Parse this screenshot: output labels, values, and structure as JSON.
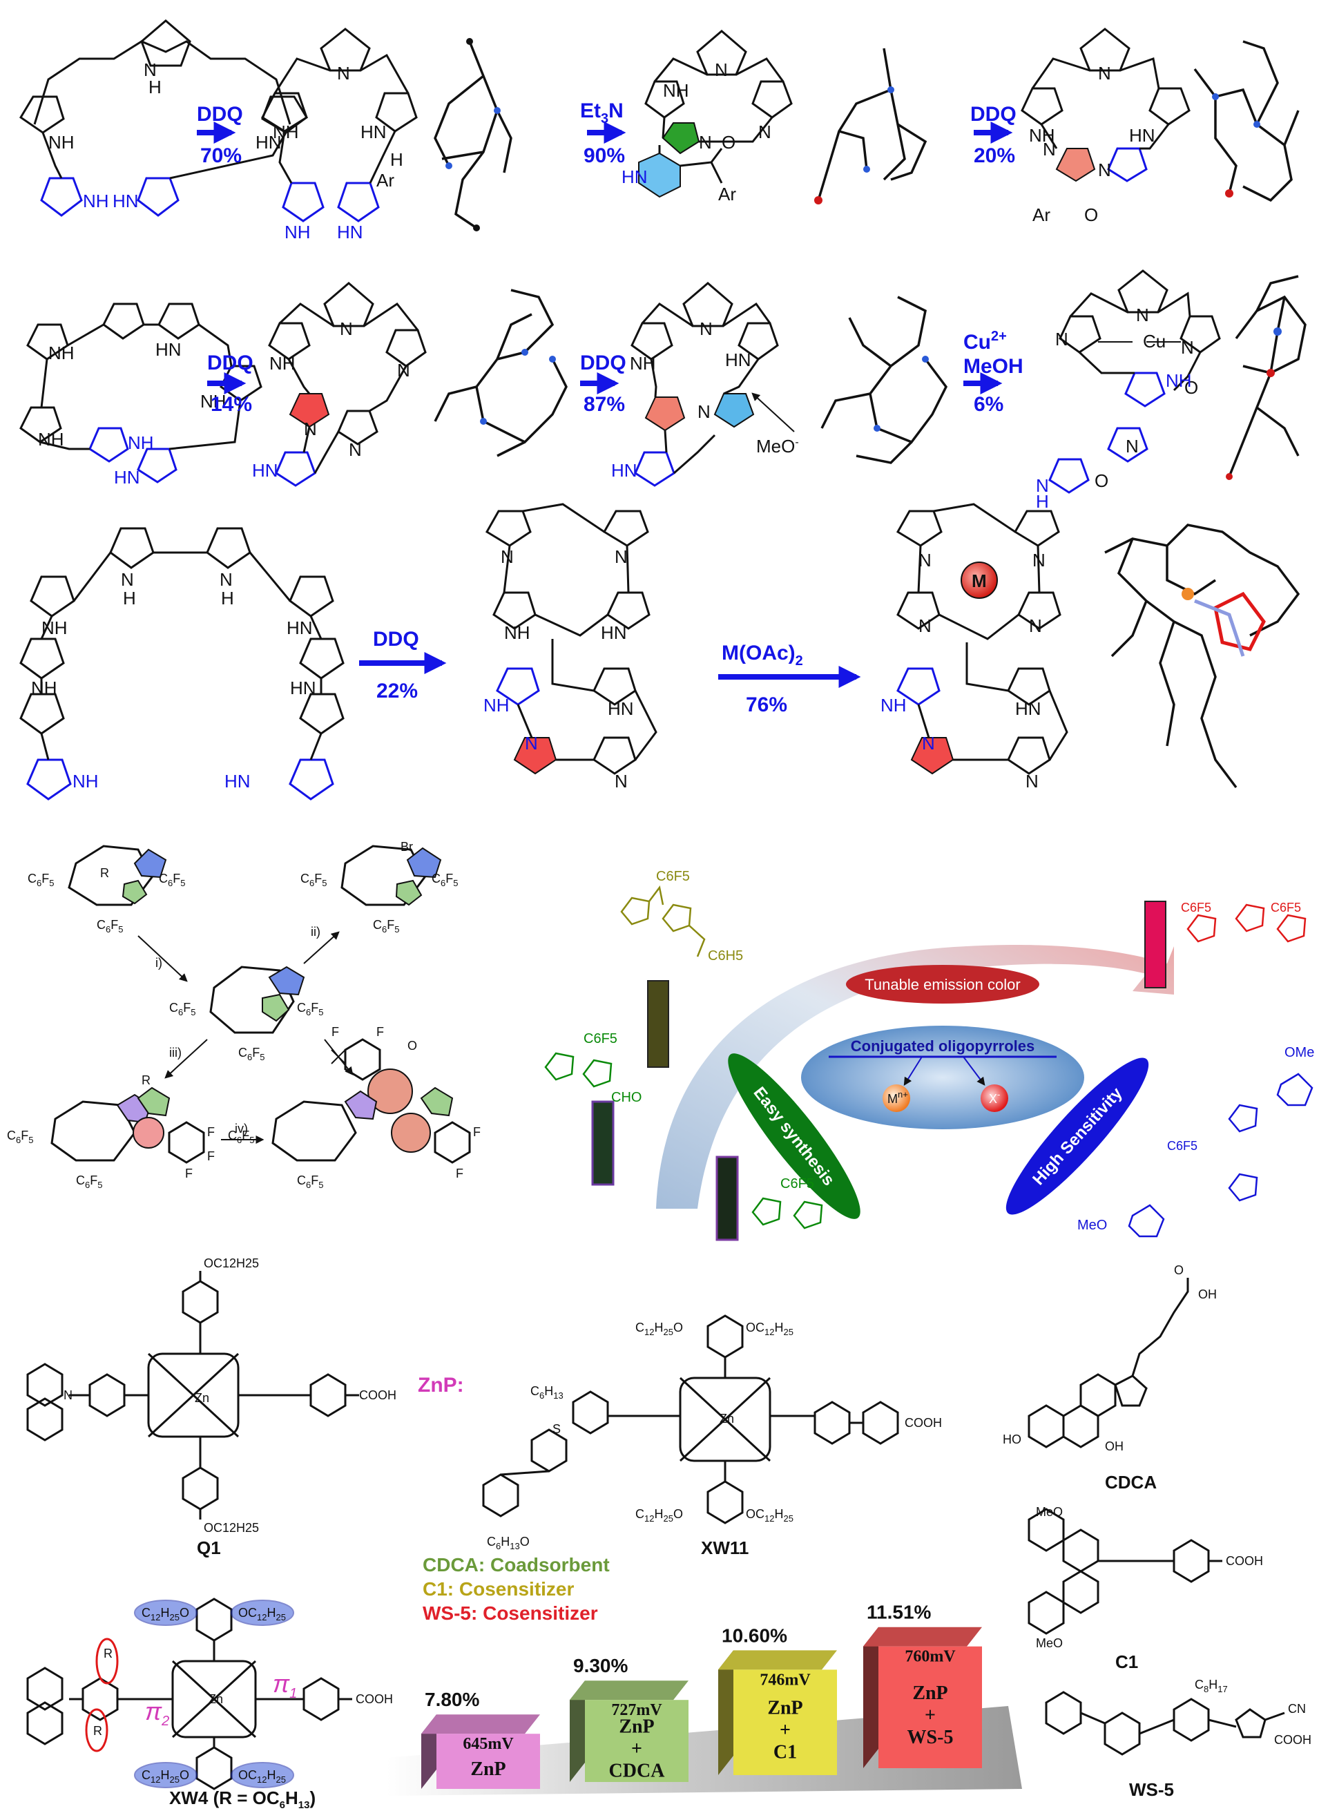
{
  "row1": {
    "step1": {
      "reagent": "DDQ",
      "yield": "70%"
    },
    "step2": {
      "reagent": "Et3N",
      "reagent_main": "Et",
      "reagent_sub": "3",
      "reagent_tail": "N",
      "yield": "90%"
    },
    "step3": {
      "reagent": "DDQ",
      "yield": "20%"
    },
    "labels": {
      "ar1": "Ar",
      "ar2": "Ar",
      "ar3": "Ar",
      "h": "H",
      "o1": "O",
      "o2": "O"
    }
  },
  "row2": {
    "step1": {
      "reagent": "DDQ",
      "yield": "14%"
    },
    "step2": {
      "reagent": "DDQ",
      "yield": "87%"
    },
    "step3": {
      "reagent_line1": "Cu",
      "reagent_sup": "2+",
      "reagent_line2": "MeOH",
      "yield": "6%"
    },
    "labels": {
      "meo": "MeO",
      "meo_sup": "-",
      "cu": "Cu",
      "o": "O",
      "h": "H"
    }
  },
  "row3": {
    "step1": {
      "reagent": "DDQ",
      "yield": "22%"
    },
    "step2": {
      "reagent_main": "M(OAc)",
      "reagent_sub": "2",
      "yield": "76%"
    },
    "metal": "M"
  },
  "row4": {
    "left_labels": {
      "i": "i)",
      "ii": "ii)",
      "iii": "iii)",
      "iv": "iv)",
      "br": "Br",
      "r": "R",
      "o": "O",
      "f": "F"
    },
    "right": {
      "center_title": "Conjugated oligopyrroles",
      "top_banner": "Tunable emission color",
      "left_banner": "Easy synthesis",
      "right_banner": "High Sensitivity",
      "cation": "M",
      "cation_sup": "n+",
      "anion": "X",
      "anion_sup": "-",
      "c6f5": "C6F5",
      "c6h5": "C6H5",
      "cho": "CHO",
      "ome": "OMe",
      "meo": "MeO",
      "colors": {
        "red_banner": "#c0262a",
        "green_banner": "#0b7a14",
        "blue_banner": "#1414d8",
        "ellipse": "#8fb3dc"
      }
    }
  },
  "row5": {
    "q1": "Q1",
    "xw11": "XW11",
    "cdca": "CDCA",
    "c1": "C1",
    "ws5": "WS-5",
    "xw4_prefix": "XW4 (R = OC",
    "xw4_sub1": "6",
    "xw4_mid": "H",
    "xw4_sub2": "13",
    "xw4_suffix": ")",
    "znp_label": "ZnP:",
    "legend": [
      {
        "text": "CDCA: Coadsorbent",
        "color": "#6a9a3a"
      },
      {
        "text": "C1: Cosensitizer",
        "color": "#b8a418"
      },
      {
        "text": "WS-5: Cosensitizer",
        "color": "#e0202a"
      }
    ],
    "atom_labels": {
      "zn": "Zn",
      "cooh": "COOH",
      "n": "N",
      "oc12": "OC12H25",
      "c12o": "C12H25O",
      "c6h13": "C6H13",
      "s": "S",
      "oh": "OH",
      "ho": "HO",
      "meo": "MeO",
      "cn": "CN",
      "c8h17": "C8H17",
      "pi1": "π1",
      "pi2": "π2"
    }
  },
  "bar_data": {
    "bars": [
      {
        "label": "ZnP",
        "voltage": "645mV",
        "efficiency": "7.80%",
        "value": 7.8,
        "color": "#e68fd8"
      },
      {
        "label_lines": [
          "ZnP",
          "+",
          "CDCA"
        ],
        "voltage": "727mV",
        "efficiency": "9.30%",
        "value": 9.3,
        "color": "#a6cd7a"
      },
      {
        "label_lines": [
          "ZnP",
          "+",
          "C1"
        ],
        "voltage": "746mV",
        "efficiency": "10.60%",
        "value": 10.6,
        "color": "#e7e046"
      },
      {
        "label_lines": [
          "ZnP",
          "+",
          "WS-5"
        ],
        "voltage": "760mV",
        "efficiency": "11.51%",
        "value": 11.51,
        "color": "#f45a5a"
      }
    ]
  }
}
